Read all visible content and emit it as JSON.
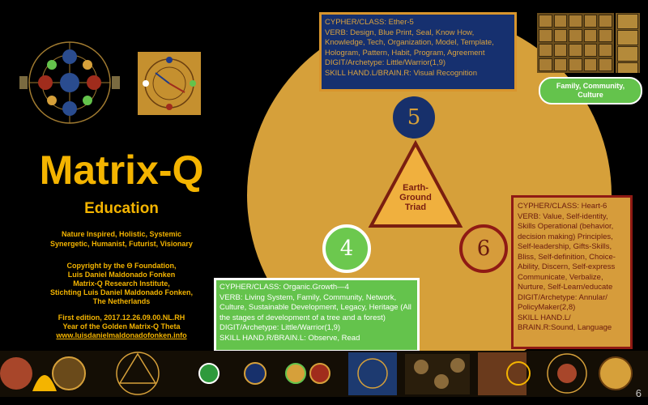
{
  "slide": {
    "title": "Matrix-Q",
    "subtitle": "Education",
    "tags": "Nature Inspired, Holistic, Systemic\nSynergetic, Humanist, Futurist, Visionary",
    "copyright": "Copyright by the Θ Foundation,\nLuis Daniel Maldonado Fonken\nMatrix-Q Research Institute,\nStichting Luis Daniel Maldonado Fonken,\nThe Netherlands",
    "edition": "First edition, 2017.12.26.09.00.NL.RH\nYear of the Golden Matrix-Q Theta",
    "website": "www.luisdanielmaldonadofonken.info",
    "page_number": "6"
  },
  "triad": {
    "label": "Earth-\nGround\nTriad",
    "circle_5": "5",
    "circle_4": "4",
    "circle_6": "6",
    "family_pill": "Family, Community,\nCulture"
  },
  "boxes": {
    "ether": [
      "CYPHER/CLASS: Ether-5",
      "VERB: Design, Blue Print, Seal, Know How, Knowledge, Tech, Organization, Model, Template, Hologram, Pattern, Habit, Program, Agreement",
      "DIGIT/Archetype: Little/Warrior(1,9)",
      "SKILL HAND.L/BRAIN.R: Visual Recognition"
    ],
    "heart": [
      "CYPHER/CLASS: Heart-6",
      "VERB: Value, Self-identity, Skills Operational (behavior, decision making) Principles, Self-leadership, Gifts-Skills, Bliss, Self-definition, Choice-Ability, Discern, Self-express Communicate, Verbalize, Nurture, Self-Learn/educate",
      "DIGIT/Archetype: Annular/ PolicyMaker(2,8)",
      "SKILL HAND.L/ BRAIN.R:Sound, Language"
    ],
    "organic": [
      "CYPHER/CLASS: Organic.Growth—4",
      "VERB: Living System, Family, Community, Network, Culture, Sustainable Development, Legacy, Heritage (All the stages of development of a tree and a forest)",
      "DIGIT/Archetype: Little/Warrior(1,9)",
      "SKILL HAND.R/BRAIN.L: Observe, Read"
    ]
  },
  "colors": {
    "gold": "#f4b400",
    "disc": "#d6a03a",
    "navy": "#16306f",
    "green": "#64c34c",
    "maroon": "#8f1a14"
  },
  "decorative": {
    "top_left_image": "matrix-q-mandala-image",
    "top_center_image": "compass-diagram-image",
    "top_right_image": "matrix-grid-image",
    "bottom_strip_image": "matrix-q-symbol-strip"
  }
}
